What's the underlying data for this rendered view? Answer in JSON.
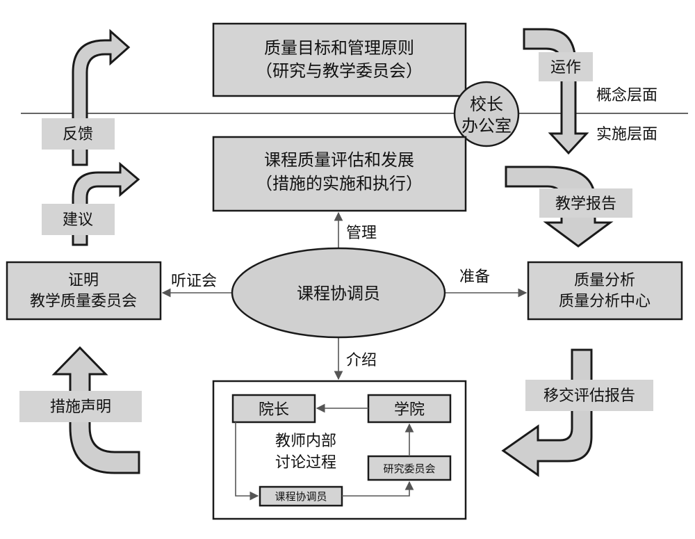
{
  "boxes": {
    "quality_goals": {
      "line1": "质量目标和管理原则",
      "line2": "（研究与教学委员会）"
    },
    "course_quality": {
      "line1": "课程质量评估和发展",
      "line2": "（措施的实施和执行）"
    },
    "certification": {
      "line1": "证明",
      "line2": "教学质量委员会"
    },
    "quality_analysis": {
      "line1": "质量分析",
      "line2": "质量分析中心"
    }
  },
  "principal_office": {
    "line1": "校长",
    "line2": "办公室"
  },
  "coordinator": "课程协调员",
  "levels": {
    "concept": "概念层面",
    "implementation": "实施层面"
  },
  "edge_labels": {
    "manage": "管理",
    "hearing": "听证会",
    "prepare": "准备",
    "introduce": "介绍"
  },
  "side_labels": {
    "feedback": "反馈",
    "suggestion": "建议",
    "measures": "措施声明",
    "operation": "运作",
    "teaching_report": "教学报告",
    "transfer_report": "移交评估报告"
  },
  "inner": {
    "dean": "院长",
    "college": "学院",
    "discussion_line1": "教师内部",
    "discussion_line2": "讨论过程",
    "research_committee": "研究委员会",
    "coordinator": "课程协调员"
  }
}
